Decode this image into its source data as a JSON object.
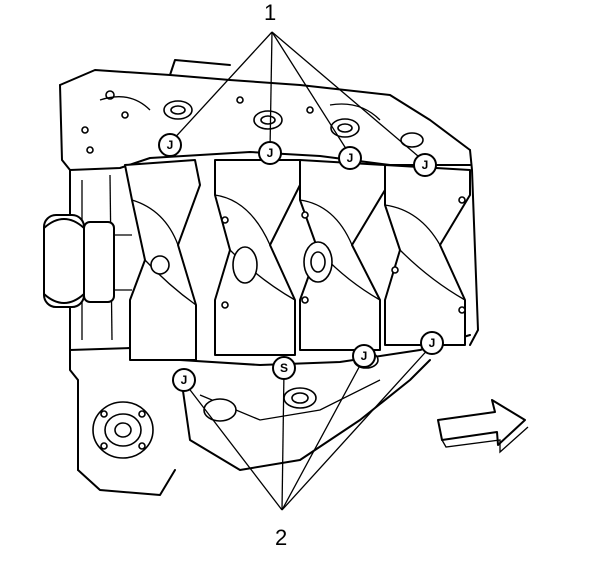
{
  "callouts": {
    "top": "1",
    "bottom": "2"
  },
  "badges": {
    "top": [
      "J",
      "J",
      "J",
      "J"
    ],
    "bottom": [
      "J",
      "S",
      "J",
      "J"
    ]
  },
  "icons": {
    "direction_arrow": "right-arrow-icon"
  }
}
